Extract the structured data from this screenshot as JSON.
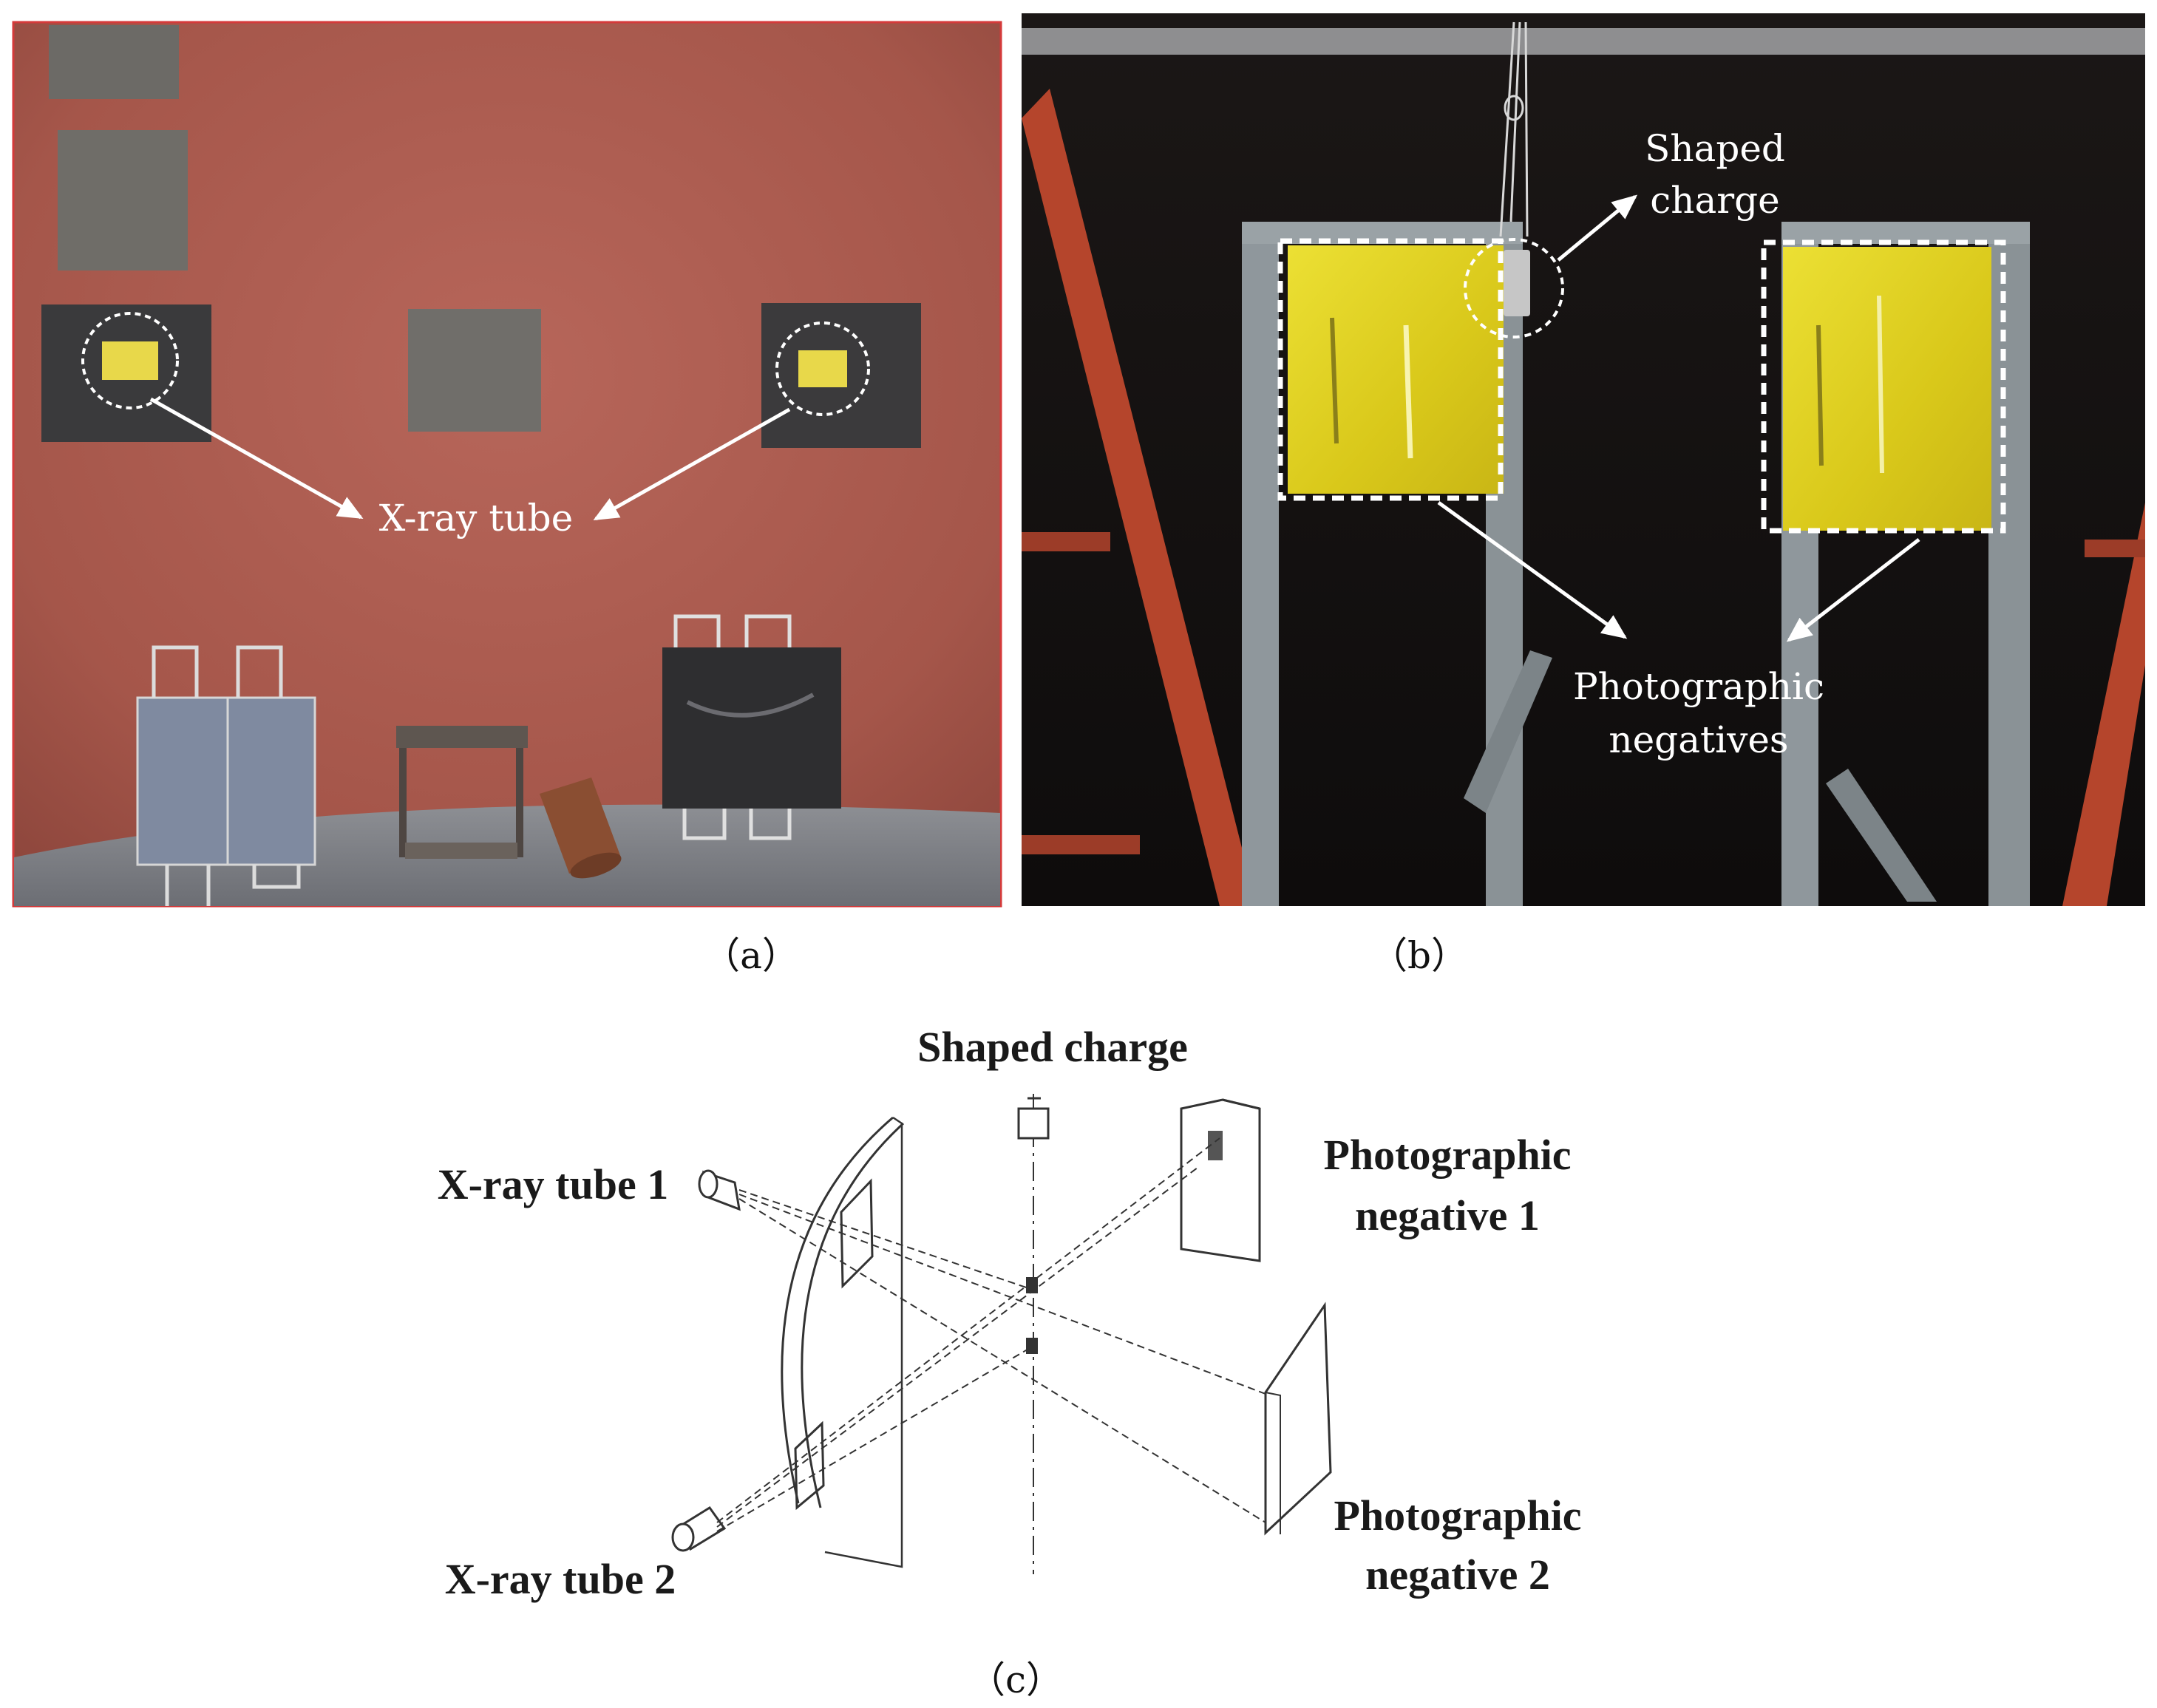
{
  "panel_a": {
    "caption": "（a）",
    "label_xray_tube": "X-ray tube"
  },
  "panel_b": {
    "caption": "（b）",
    "label_shaped_charge_line1": "Shaped",
    "label_shaped_charge_line2": "charge",
    "label_negatives_line1": "Photographic",
    "label_negatives_line2": "negatives"
  },
  "panel_c": {
    "caption": "（c）",
    "label_shaped_charge": "Shaped charge",
    "label_xray_tube_1": "X-ray tube 1",
    "label_xray_tube_2": "X-ray tube 2",
    "label_negative_1_line1": "Photographic",
    "label_negative_1_line2": "negative 1",
    "label_negative_2_line1": "Photographic",
    "label_negative_2_line2": "negative 2"
  },
  "colors": {
    "wall_red": "#a8574a",
    "photo_border": "#d43a3a",
    "film_yellow": "#e6d21e",
    "stand_gray": "#8f979c",
    "frame_red": "#b5452c",
    "dark_bg": "#141212"
  }
}
